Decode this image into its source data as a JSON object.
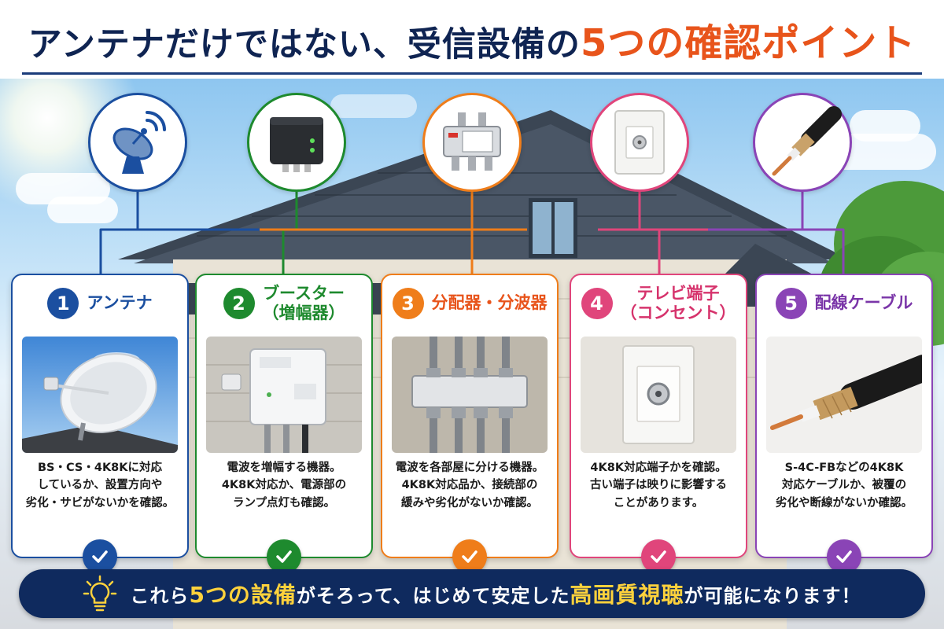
{
  "title": {
    "prefix": "アンテナだけではない、受信設備の",
    "accent": "5つの確認ポイント"
  },
  "colors": {
    "navy": "#0f2452",
    "orange_accent": "#e8541b",
    "blue": "#1b4fa0",
    "green": "#1e8a2e",
    "orange": "#ef7d1a",
    "pink": "#e0457b",
    "purple": "#8a44b6",
    "banner_bg": "#0f2a5e",
    "banner_highlight": "#ffd23c"
  },
  "cards": [
    {
      "number": "1",
      "title": "アンテナ",
      "subtitle": "",
      "color": "#1b4fa0",
      "icon": "satellite-dish-icon",
      "photo": "satellite-dish-photo",
      "lines": [
        "BS・CS・4K8Kに対応",
        "しているか、設置方向や",
        "劣化・サビがないかを確認。"
      ]
    },
    {
      "number": "2",
      "title": "ブースター",
      "subtitle": "（増幅器）",
      "color": "#1e8a2e",
      "icon": "booster-box-icon",
      "photo": "booster-photo",
      "lines": [
        "電波を増幅する機器。",
        "4K8K対応か、電源部の",
        "ランプ点灯も確認。"
      ]
    },
    {
      "number": "3",
      "title": "分配器・分波器",
      "subtitle": "",
      "color": "#ef7d1a",
      "icon": "splitter-icon",
      "photo": "splitter-photo",
      "lines": [
        "電波を各部屋に分ける機器。",
        "4K8K対応品か、接続部の",
        "緩みや劣化がないか確認。"
      ]
    },
    {
      "number": "4",
      "title": "テレビ端子",
      "subtitle": "（コンセント）",
      "color": "#e0457b",
      "icon": "tv-outlet-icon",
      "photo": "tv-outlet-photo",
      "lines": [
        "4K8K対応端子かを確認。",
        "古い端子は映りに影響する",
        "ことがあります。"
      ]
    },
    {
      "number": "5",
      "title": "配線ケーブル",
      "subtitle": "",
      "color": "#8a44b6",
      "icon": "coax-cable-icon",
      "photo": "coax-cable-photo",
      "lines": [
        "S-4C-FBなどの4K8K",
        "対応ケーブルか、被覆の",
        "劣化や断線がないか確認。"
      ]
    }
  ],
  "banner": {
    "icon": "lightbulb-icon",
    "part1": "これら",
    "part2": "5つの設備",
    "part3": "がそろって、はじめて安定した",
    "part4": "高画質視聴",
    "part5": "が可能になります！"
  }
}
